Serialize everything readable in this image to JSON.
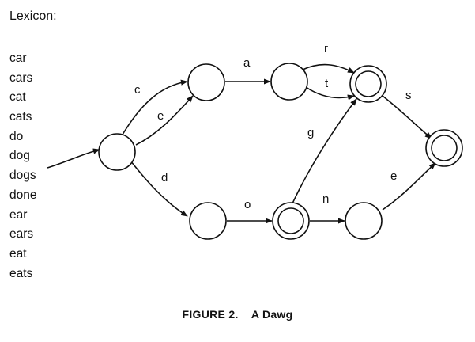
{
  "lexicon": {
    "title": "Lexicon:",
    "words": [
      "car",
      "cars",
      "cat",
      "cats",
      "do",
      "dog",
      "dogs",
      "done",
      "ear",
      "ears",
      "eat",
      "eats"
    ]
  },
  "diagram": {
    "states": [
      {
        "id": "s0",
        "final": false
      },
      {
        "id": "s1",
        "final": false
      },
      {
        "id": "s2",
        "final": false
      },
      {
        "id": "s3",
        "final": true
      },
      {
        "id": "s4",
        "final": true
      },
      {
        "id": "s5",
        "final": false
      },
      {
        "id": "s6",
        "final": true
      },
      {
        "id": "s7",
        "final": false
      }
    ],
    "transitions": [
      {
        "from": "s0",
        "to": "s1",
        "label": "c"
      },
      {
        "from": "s0",
        "to": "s1",
        "label": "e"
      },
      {
        "from": "s0",
        "to": "s5",
        "label": "d"
      },
      {
        "from": "s1",
        "to": "s2",
        "label": "a"
      },
      {
        "from": "s2",
        "to": "s3",
        "label": "r"
      },
      {
        "from": "s2",
        "to": "s3",
        "label": "t"
      },
      {
        "from": "s3",
        "to": "s4",
        "label": "s"
      },
      {
        "from": "s5",
        "to": "s6",
        "label": "o"
      },
      {
        "from": "s6",
        "to": "s3",
        "label": "g"
      },
      {
        "from": "s6",
        "to": "s7",
        "label": "n"
      },
      {
        "from": "s7",
        "to": "s4",
        "label": "e"
      }
    ]
  },
  "caption": {
    "figure": "FIGURE 2.",
    "title": "A Dawg"
  },
  "colors": {
    "ink": "#111111",
    "background": "#ffffff"
  }
}
